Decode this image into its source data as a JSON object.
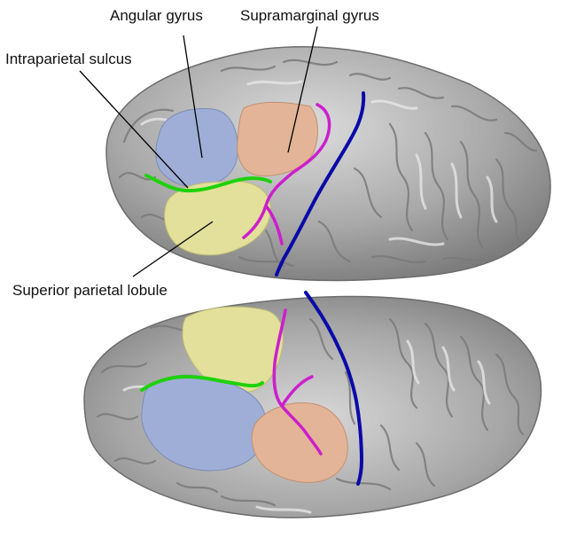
{
  "labels": {
    "angular_gyrus": "Angular gyrus",
    "supramarginal_gyrus": "Supramarginal gyrus",
    "intraparietal_sulcus": "Intraparietal sulcus",
    "superior_parietal_lobule": "Superior parietal lobule"
  },
  "colors": {
    "background": "#ffffff",
    "cortex": "#a9a9a9",
    "cortex_highlight": "#d6d6d6",
    "cortex_shadow": "#6c6c6c",
    "angular_gyrus": "#9eaed6",
    "supramarginal_gyrus": "#e3b497",
    "superior_parietal_lobule": "#e2e09a",
    "intraparietal_sulcus_line": "#1ed20a",
    "postcentral_sulcus_line": "#cc1fcc",
    "central_sulcus_line": "#0a0aa8",
    "leader_line": "#000000"
  }
}
